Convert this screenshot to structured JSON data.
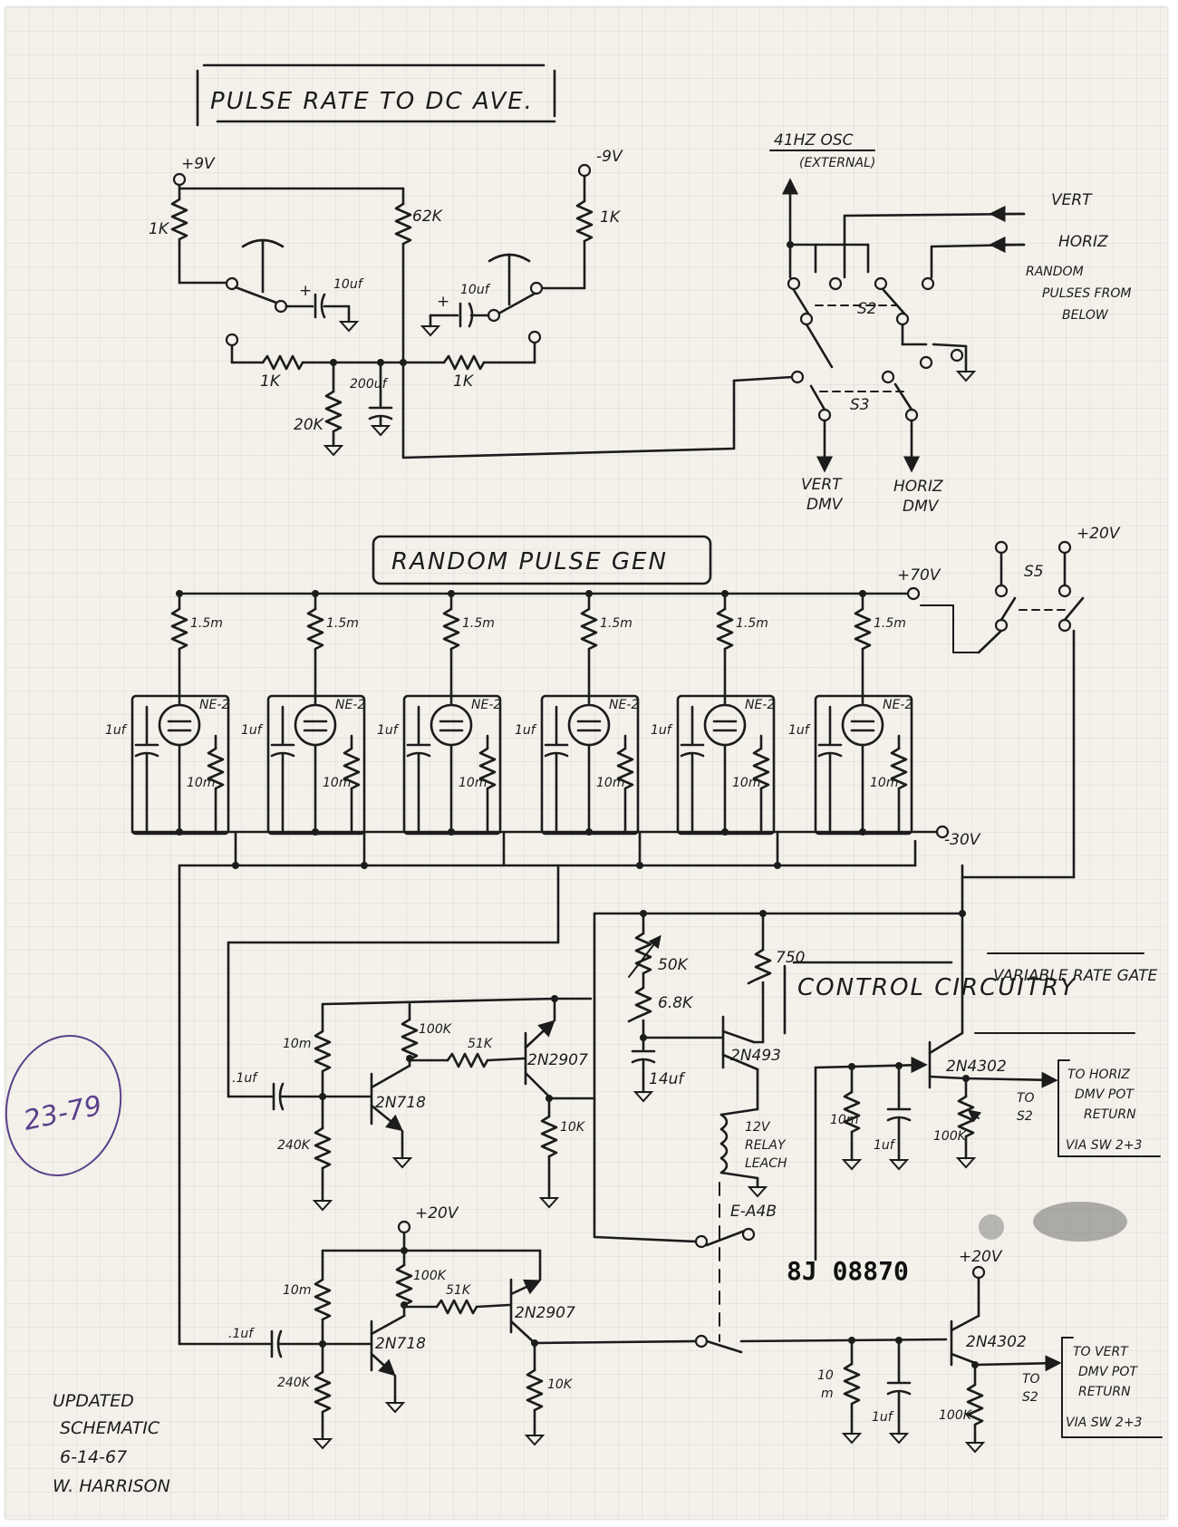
{
  "titles": {
    "pulse_rate": "PULSE RATE TO DC AVE.",
    "random_pulse": "RANDOM PULSE GEN",
    "control": "CONTROL CIRCUITRY",
    "variable_gate": "VARIABLE RATE GATE"
  },
  "pulse_rate": {
    "plus9v": "+9V",
    "minus9v": "-9V",
    "r1k_left": "1K",
    "r62k": "62K",
    "r1k_right": "1K",
    "cap10_left": "10uf",
    "cap10_right": "10uf",
    "r1k_bottom_left": "1K",
    "r1k_bottom_right": "1K",
    "r20k": "20K",
    "cap200": "200uf"
  },
  "switching": {
    "osc": "41HZ OSC",
    "osc_sub": "(EXTERNAL)",
    "vert": "VERT",
    "horiz": "HORIZ",
    "random_note": [
      "RANDOM",
      "PULSES FROM",
      "BELOW"
    ],
    "s2": "S2",
    "s3": "S3",
    "vert_dmv": [
      "VERT",
      "DMV"
    ],
    "horiz_dmv": [
      "HORIZ",
      "DMV"
    ]
  },
  "random_gen": {
    "plus70v": "+70V",
    "minus30v": "-30V",
    "s5": "S5",
    "plus20v": "+20V",
    "resistor": "1.5m",
    "tube": "NE-2",
    "cap": "1uf",
    "bleed": "10m"
  },
  "control": {
    "r10m_a": "10m",
    "c1uf_a": ".1uf",
    "r240k_a": "240K",
    "q2n718_a": "2N718",
    "r100k_a": "100K",
    "r51k_a": "51K",
    "q2n2907_a": "2N2907",
    "r10k_a": "10K",
    "r50k": "50K",
    "r6_8k": "6.8K",
    "c14uf": "14uf",
    "q2n493": "2N493",
    "r750": "750",
    "relay": [
      "12V",
      "RELAY",
      "LEACH"
    ],
    "relay_part": "E-A4B",
    "q2n4302_a": "2N4302",
    "r10m_gate_a": "10m",
    "c1uf_gate_a": "1uf",
    "r100k_gate_a": "100K",
    "to_s2_a": [
      "TO",
      "S2"
    ],
    "to_horiz": [
      "TO HORIZ",
      "DMV POT",
      "RETURN",
      "VIA SW 2+3"
    ],
    "plus20v_b": "+20V",
    "r10m_b": "10m",
    "c1uf_b": ".1uf",
    "r240k_b": "240K",
    "q2n718_b": "2N718",
    "r100k_b": "100K",
    "r51k_b": "51K",
    "q2n2907_b": "2N2907",
    "r10k_b": "10K",
    "plus20v_c": "+20V",
    "q2n4302_b": "2N4302",
    "r10m_gate_b": [
      "10",
      "m"
    ],
    "c1uf_gate_b": "1uf",
    "r100k_gate_b": "100K",
    "to_s2_b": [
      "TO",
      "S2"
    ],
    "to_vert": [
      "TO VERT",
      "DMV POT",
      "RETURN",
      "VIA SW 2+3"
    ]
  },
  "footer": {
    "updated": [
      "UPDATED",
      "SCHEMATIC",
      "6-14-67",
      "W. HARRISON"
    ]
  },
  "catalog_mark": "23-79",
  "stamp": "8J 08870"
}
